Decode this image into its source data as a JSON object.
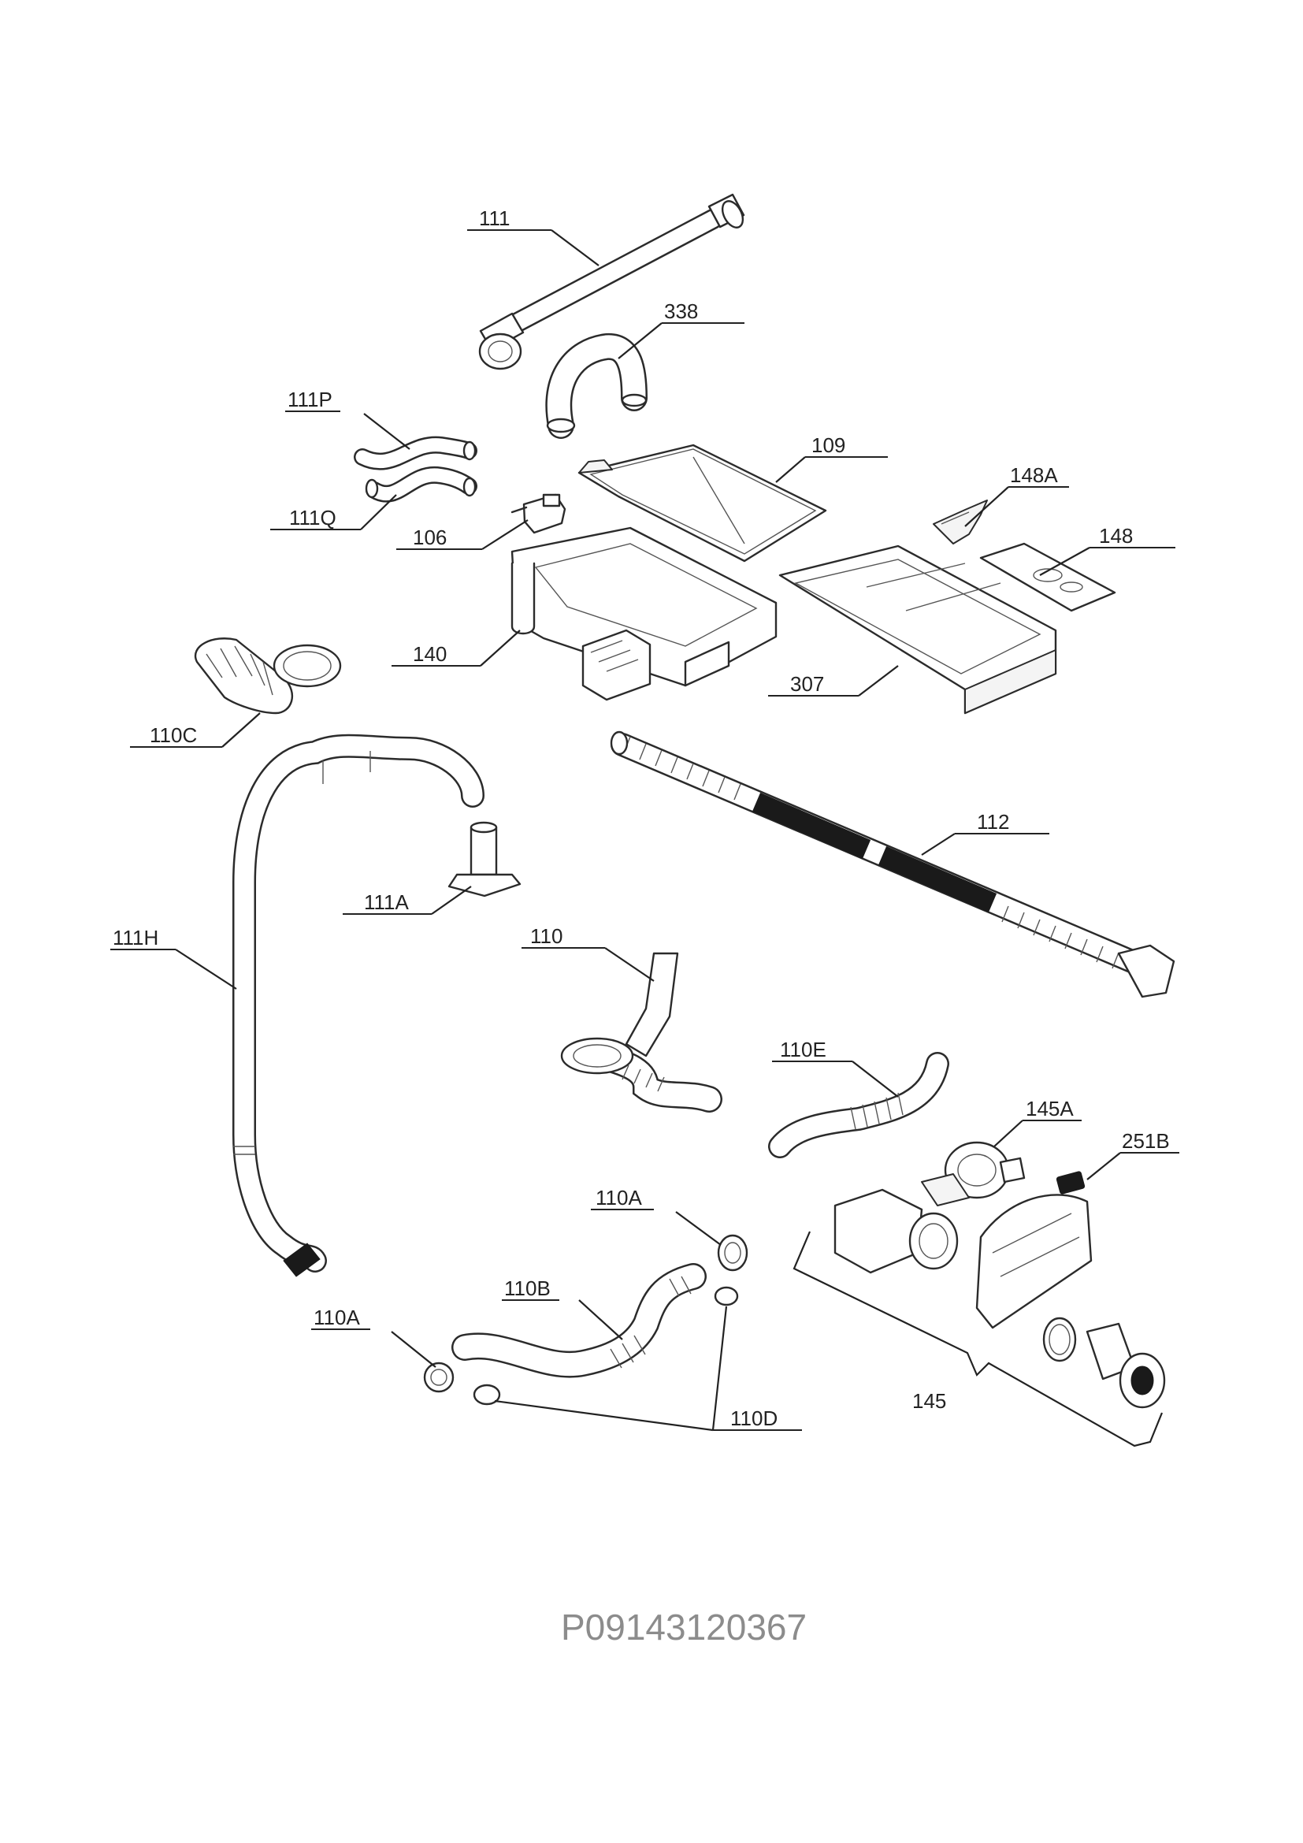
{
  "labels": {
    "p111": "111",
    "p338": "338",
    "p111P": "111P",
    "p109": "109",
    "p148A": "148A",
    "p111Q": "111Q",
    "p106": "106",
    "p148": "148",
    "p140": "140",
    "p307": "307",
    "p110C": "110C",
    "p112": "112",
    "p111A": "111A",
    "p111H": "111H",
    "p110": "110",
    "p110E": "110E",
    "p145A": "145A",
    "p251B": "251B",
    "p110A_right": "110A",
    "p110B": "110B",
    "p110A_left": "110A",
    "p110D": "110D",
    "p145": "145"
  },
  "document_code": "P09143120367"
}
